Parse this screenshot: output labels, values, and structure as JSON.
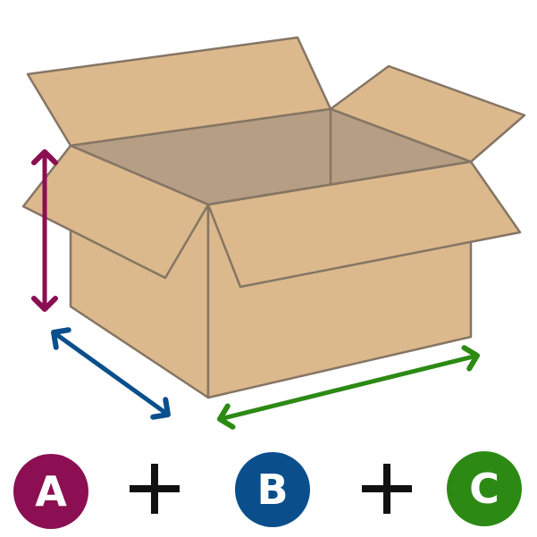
{
  "colors": {
    "cardboard": "#dcb98c",
    "cardboard_inside": "#b69e85",
    "outline": "#857564",
    "height_arrow": "#8b0f52",
    "width_arrow": "#0a4f8c",
    "length_arrow": "#2c8a14",
    "plus": "#111111"
  },
  "formula": {
    "term_a": {
      "label": "A",
      "color": "#8b0f52"
    },
    "operator_1": "+",
    "term_b": {
      "label": "B",
      "color": "#0a4f8c"
    },
    "operator_2": "+",
    "term_c": {
      "label": "C",
      "color": "#2c8a14"
    }
  },
  "icons": {
    "box": "open-cardboard-box-icon",
    "arrow_a": "double-arrow-vertical-icon",
    "arrow_b": "double-arrow-diagonal-icon",
    "arrow_c": "double-arrow-horizontal-icon",
    "plus": "plus-icon"
  }
}
